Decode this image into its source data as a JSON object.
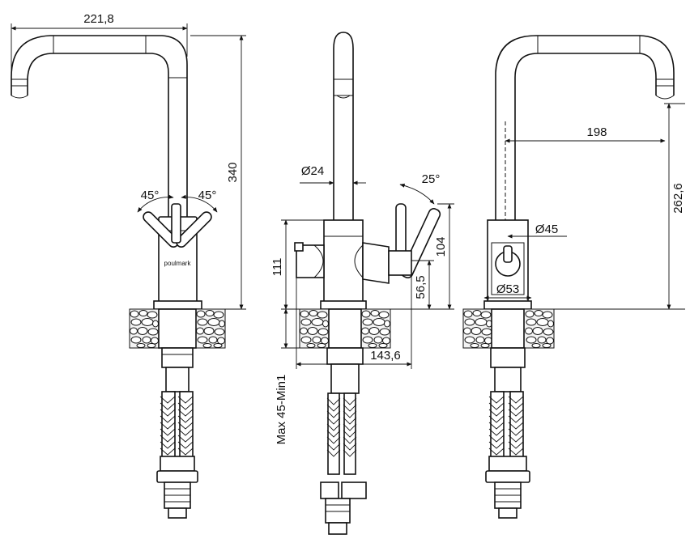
{
  "dimensions": {
    "spout_reach": "221,8",
    "total_height": "340",
    "handle_angle_left": "45°",
    "handle_angle_right": "45°",
    "spout_diameter": "Ø24",
    "lever_angle": "25°",
    "body_height": "111",
    "lever_height": "104",
    "lever_base_height": "56,5",
    "counter_thickness": "Max 45-Min1",
    "depth": "143,6",
    "right_reach": "198",
    "spout_height": "262,6",
    "body_diameter": "Ø45",
    "base_diameter": "Ø53"
  },
  "brand_label": "poulmark",
  "colors": {
    "line": "#111111",
    "background": "#ffffff",
    "countertop": "#e6e6e6"
  }
}
